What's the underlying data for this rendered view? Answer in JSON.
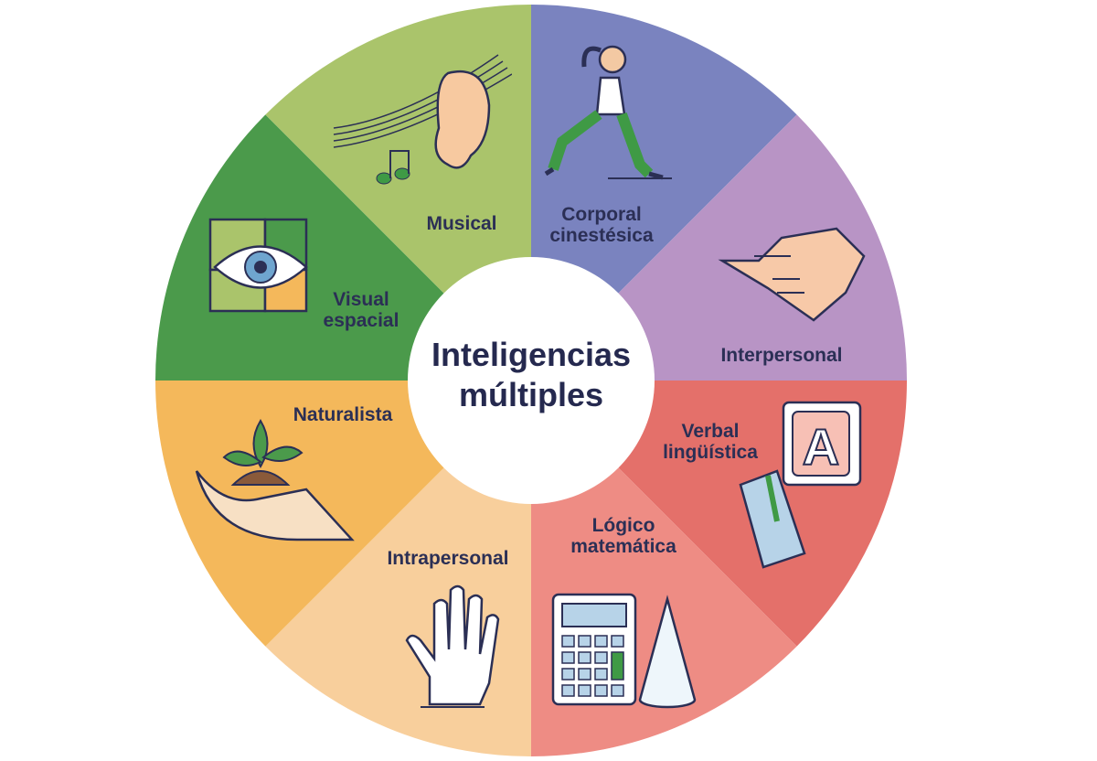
{
  "title": {
    "line1": "Inteligencias",
    "line2": "múltiples"
  },
  "segments": [
    {
      "id": "corporal",
      "line1": "Corporal",
      "line2": "cinestésica",
      "color": "#7a83bf",
      "icon": "runner-icon"
    },
    {
      "id": "interpersonal",
      "line1": "Interpersonal",
      "line2": "",
      "color": "#b894c5",
      "icon": "handshake-icon"
    },
    {
      "id": "verbal",
      "line1": "Verbal",
      "line2": "lingüística",
      "color": "#e4706a",
      "icon": "book-letter-icon"
    },
    {
      "id": "logico",
      "line1": "Lógico",
      "line2": "matemática",
      "color": "#ee8c84",
      "icon": "calculator-cone-icon"
    },
    {
      "id": "intrapersonal",
      "line1": "Intrapersonal",
      "line2": "",
      "color": "#f8cf9c",
      "icon": "hand-icon"
    },
    {
      "id": "naturalista",
      "line1": "Naturalista",
      "line2": "",
      "color": "#f4b85b",
      "icon": "plant-hand-icon"
    },
    {
      "id": "visual",
      "line1": "Visual",
      "line2": "espacial",
      "color": "#4b9a4b",
      "icon": "eye-puzzle-icon"
    },
    {
      "id": "musical",
      "line1": "Musical",
      "line2": "",
      "color": "#aac46b",
      "icon": "music-ear-icon"
    }
  ]
}
